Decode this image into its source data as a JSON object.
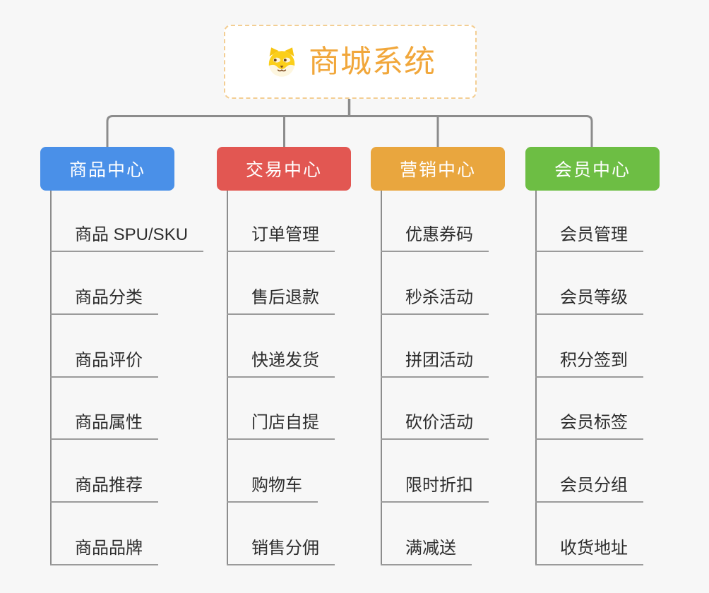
{
  "background": "#F7F7F7",
  "connector_color": "#8C8C8C",
  "root": {
    "title": "商城系统",
    "icon": "shiba-dog-icon",
    "text_color": "#F1A73B",
    "border_color": "#F3CE93"
  },
  "branches": [
    {
      "label": "商品中心",
      "color": "#4A90E8",
      "items": [
        "商品 SPU/SKU",
        "商品分类",
        "商品评价",
        "商品属性",
        "商品推荐",
        "商品品牌"
      ]
    },
    {
      "label": "交易中心",
      "color": "#E25752",
      "items": [
        "订单管理",
        "售后退款",
        "快递发货",
        "门店自提",
        "购物车",
        "销售分佣"
      ]
    },
    {
      "label": "营销中心",
      "color": "#E9A63E",
      "items": [
        "优惠券码",
        "秒杀活动",
        "拼团活动",
        "砍价活动",
        "限时折扣",
        "满减送"
      ]
    },
    {
      "label": "会员中心",
      "color": "#6DBE44",
      "items": [
        "会员管理",
        "会员等级",
        "积分签到",
        "会员标签",
        "会员分组",
        "收货地址"
      ]
    }
  ]
}
